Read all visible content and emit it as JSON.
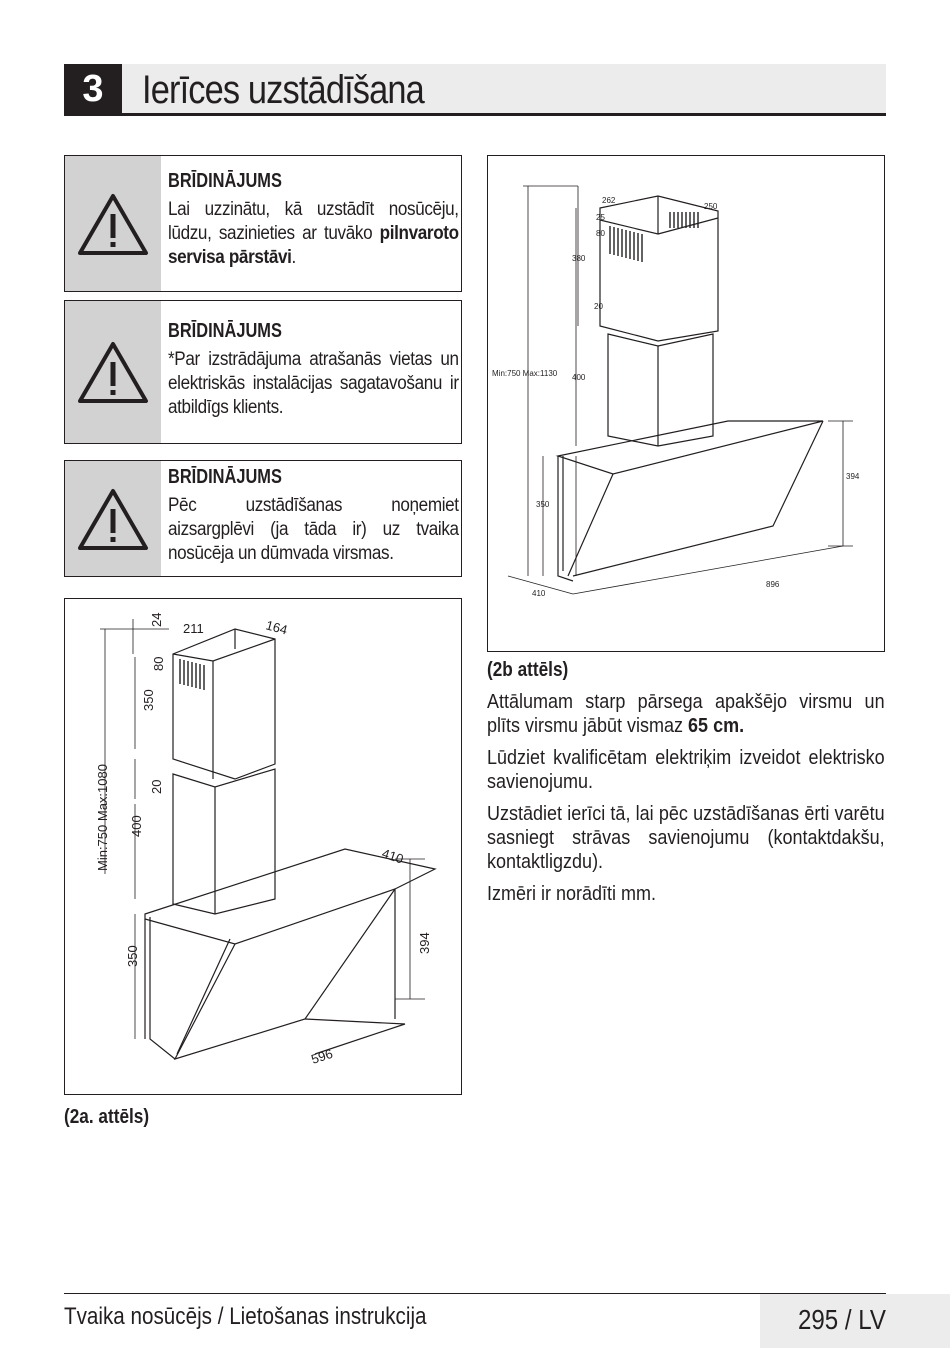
{
  "header": {
    "number": "3",
    "title": "Ierīces uzstādīšana"
  },
  "warnings": [
    {
      "title": "BRĪDINĀJUMS",
      "text_plain": "Lai uzzinātu, kā uzstādīt nosūcēju, lūdzu, sazinieties ar tuvāko ",
      "text_bold": "pilnvaroto servisa pārstāvi",
      "text_end": "."
    },
    {
      "title": "BRĪDINĀJUMS",
      "text": "*Par izstrādājuma atrašanās vietas un elektriskās instalācijas sagatavošanu ir atbildīgs klients."
    },
    {
      "title": "BRĪDINĀJUMS",
      "text": "Pēc uzstādīšanas noņemiet aizsargplēvi (ja tāda ir) uz tvaika nosūcēja un dūmvada virsmas."
    }
  ],
  "figure_a": {
    "caption": "(2a. attēls)",
    "dims": {
      "d24": "24",
      "d211": "211",
      "d164": "164",
      "d80": "80",
      "d350top": "350",
      "d20": "20",
      "d400": "400",
      "height_range": "Min:750  Max:1080",
      "d350bot": "350",
      "d394": "394",
      "d410": "410",
      "d596": "596"
    }
  },
  "figure_b": {
    "caption": "(2b attēls)",
    "dims": {
      "d262": "262",
      "d250": "250",
      "d25": "25",
      "d80": "80",
      "d380": "380",
      "d20": "20",
      "d400": "400",
      "height_range": "Min:750  Max:1130",
      "d350": "350",
      "d394": "394",
      "d410": "410",
      "d896": "896"
    }
  },
  "right_text": {
    "p1_plain": "Attālumam starp pārsega apakšējo virsmu un plīts virsmu jābūt vismaz ",
    "p1_bold": "65 cm.",
    "p2": "Lūdziet kvalificētam elektriķim izveidot elektrisko savienojumu.",
    "p3": "Uzstādiet ierīci tā, lai pēc uzstādīšanas ērti varētu sasniegt strāvas savienojumu (kontaktdakšu, kontaktligzdu).",
    "p4": "Izmēri ir norādīti mm."
  },
  "footer": {
    "left": "Tvaika nosūcējs / Lietošanas instrukcija",
    "page": "295 / LV"
  },
  "icons": {
    "warning": "warning-triangle-icon"
  }
}
